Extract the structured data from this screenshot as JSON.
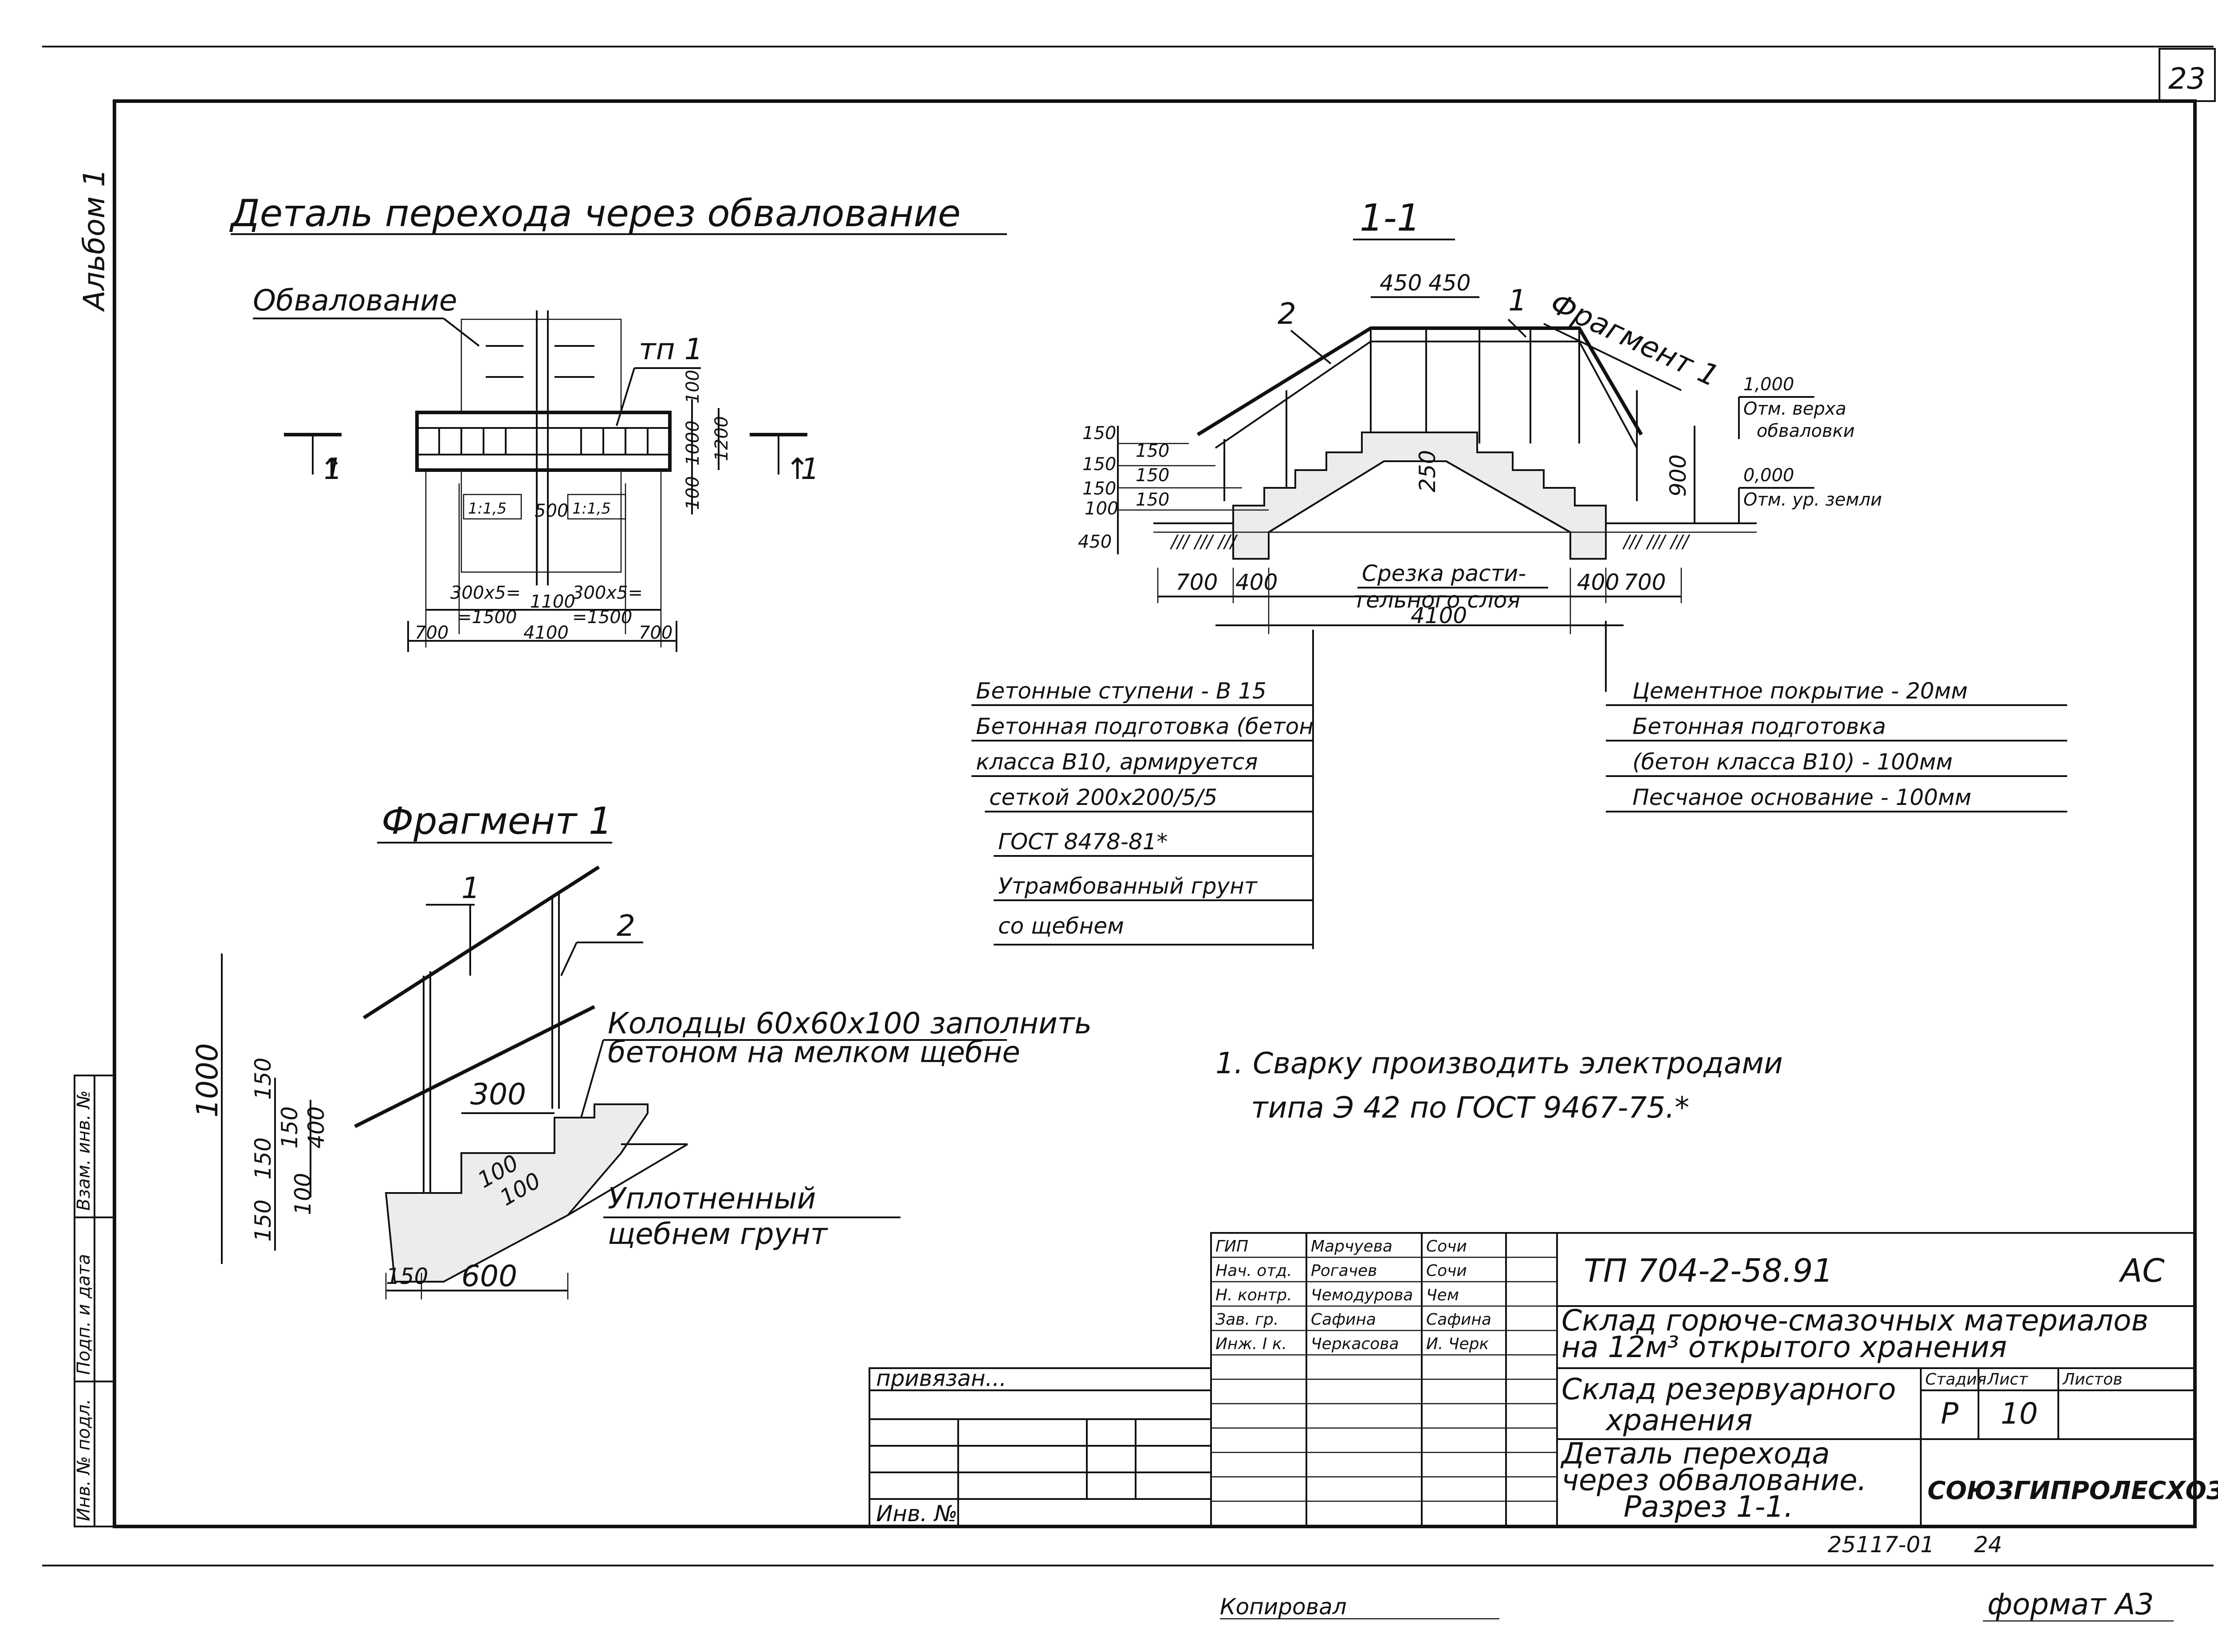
{
  "sheet": {
    "page_number": "23",
    "album": "Альбом 1",
    "format": "формат А3",
    "copied_by": "Копировал",
    "archive_number": "25117-01",
    "archive_sheet": "24"
  },
  "plan_view": {
    "title": "Деталь перехода через обвалование",
    "embankment_label": "Обвалование",
    "part_label": "тп 1",
    "section_mark": "1",
    "dims": {
      "d100a": "100",
      "d1000": "1000",
      "d1200": "1200",
      "d100b": "100",
      "slope_left": "1:1,5",
      "d500": "500",
      "slope_right": "1:1,5",
      "d300x5_left": "300х5=",
      "d1500_left": "=1500",
      "d1100": "1100",
      "d300x5_right": "300х5=",
      "d1500_right": "=1500",
      "d700_left": "700",
      "d4100": "4100",
      "d700_right": "700"
    }
  },
  "section_view": {
    "title": "1-1",
    "fragment_callout": "Фрагмент 1",
    "pos1": "1",
    "pos2": "2",
    "dims": {
      "top450a": "450",
      "top450b": "450",
      "l150a": "150",
      "l150b": "150",
      "l150c": "150",
      "l150d": "150",
      "l150e": "150",
      "l150f": "150",
      "l100": "100",
      "l450": "450",
      "d250": "250",
      "d900": "900",
      "b700a": "700",
      "b400a": "400",
      "b400b": "400",
      "b700b": "700",
      "b4100": "4100"
    },
    "cut_label_1": "Срезка расти-",
    "cut_label_2": "тельного слоя",
    "elev_top_value": "1,000",
    "elev_top_text_1": "Отм. верха",
    "elev_top_text_2": "обваловки",
    "elev_ground_value": "0,000",
    "elev_ground_text": "Отм. ур. земли"
  },
  "spec_left": [
    "Бетонные ступени - В 15",
    "Бетонная подготовка (бетон",
    "класса В10, армируется",
    "сеткой 200х200/5/5",
    "ГОСТ 8478-81*",
    "Утрамбованный грунт",
    "со щебнем"
  ],
  "spec_right": [
    "Цементное покрытие - 20мм",
    "Бетонная подготовка",
    "(бетон класса В10) - 100мм",
    "Песчаное основание - 100мм"
  ],
  "fragment_view": {
    "title": "Фрагмент 1",
    "pos1": "1",
    "pos2": "2",
    "note_1": "Колодцы 60х60х100 заполнить",
    "note_2": "бетоном на мелком щебне",
    "note_3": "Уплотненный",
    "note_4": "щебнем грунт",
    "dims": {
      "d1000": "1000",
      "d150a": "150",
      "d150b": "150",
      "d400": "400",
      "d150c": "150",
      "d100a": "100",
      "d150d": "150",
      "d300": "300",
      "d100b": "100",
      "d100c": "100",
      "d150e": "150",
      "d600": "600"
    }
  },
  "notes": {
    "line1": "1. Сварку производить электродами",
    "line2": "типа Э 42 по ГОСТ 9467-75.*"
  },
  "side_stamp": {
    "inv_sub": "Инв. № подл.",
    "sign_date": "Подп. и дата",
    "instead_inv": "Взам. инв. №"
  },
  "title_block": {
    "attached": "привязан...",
    "inv_no": "Инв. №",
    "people": [
      {
        "role": "ГИП",
        "name": "Марчуева",
        "sign": "Сочи"
      },
      {
        "role": "Нач. отд.",
        "name": "Рогачев",
        "sign": "Сочи"
      },
      {
        "role": "Н. контр.",
        "name": "Чемодурова",
        "sign": "Чем"
      },
      {
        "role": "Зав. гр.",
        "name": "Сафина",
        "sign": "Сафина"
      },
      {
        "role": "Инж. I к.",
        "name": "Черкасова",
        "sign": "И. Черк"
      }
    ],
    "code": "ТП 704-2-58.91",
    "mark": "АС",
    "project_1": "Склад горюче-смазочных материалов",
    "project_2": "на 12м³ открытого хранения",
    "object_1": "Склад резервуарного",
    "object_2": "хранения",
    "stage_hdr": "Стадия",
    "sheet_hdr": "Лист",
    "sheets_hdr": "Листов",
    "stage": "Р",
    "sheet": "10",
    "sheets": "",
    "drawing_1": "Деталь перехода",
    "drawing_2": "через обвалование.",
    "drawing_3": "Разрез 1-1.",
    "organization": "СОЮЗГИПРОЛЕСХОЗ"
  }
}
